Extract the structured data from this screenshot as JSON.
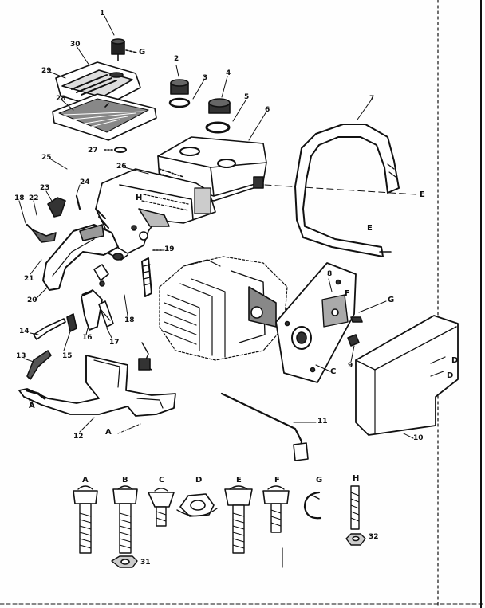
{
  "diagram": {
    "callouts": {
      "n1": "1",
      "n2": "2",
      "n3": "3",
      "n4": "4",
      "n5": "5",
      "n6": "6",
      "n7": "7",
      "n8": "8",
      "n9": "9",
      "n10": "10",
      "n11": "11",
      "n12": "12",
      "n13": "13",
      "n14": "14",
      "n15": "15",
      "n16": "16",
      "n17": "17",
      "n18": "18",
      "n19": "19",
      "n20": "20",
      "n21": "21",
      "n22": "22",
      "n23": "23",
      "n24": "24",
      "n25": "25",
      "n26": "26",
      "n27": "27",
      "n28": "28",
      "n29": "29",
      "n30": "30",
      "n31": "31",
      "n32": "32",
      "q_cap": "G",
      "g_bracket": "G",
      "e_handle_top": "E",
      "e_handle_bottom": "E",
      "f_bracket": "F",
      "c_plate": "C",
      "a_guard": "A",
      "a_base": "A",
      "d_cover_1": "D",
      "d_cover_2": "D",
      "h_tank": "H"
    },
    "hardware_labels": [
      "A",
      "B",
      "C",
      "D",
      "E",
      "F",
      "G",
      "H"
    ]
  }
}
